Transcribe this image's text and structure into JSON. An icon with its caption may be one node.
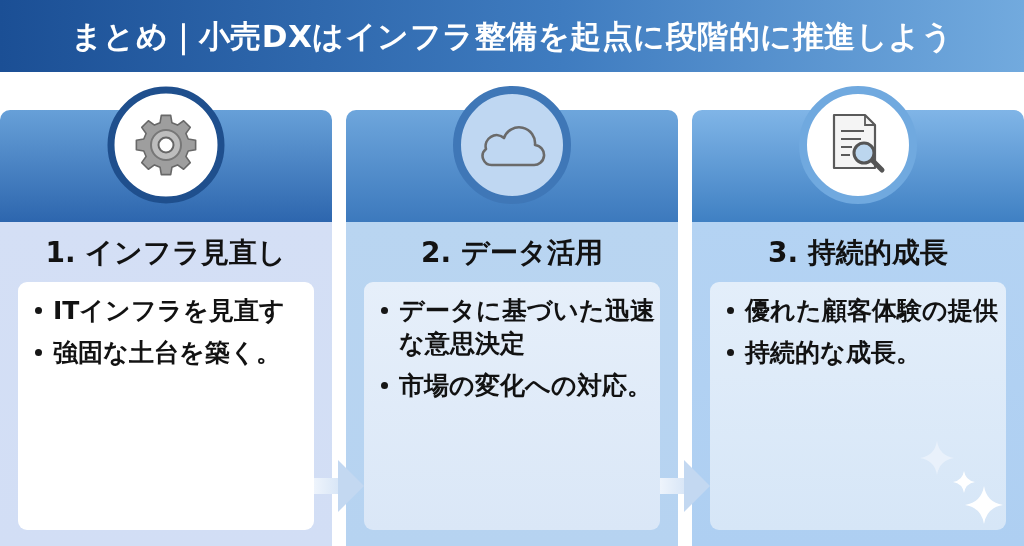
{
  "diagram": {
    "title": "まとめ｜小売DXはインフラ整備を起点に段階的に推進しよう",
    "nodes": [
      {
        "text": [
          "1. インフラ見直し"
        ]
      },
      {
        "text": [
          "ITインフラを見直す",
          "強固な土台を築く。"
        ],
        "in": 0
      },
      {
        "text": [
          "2. データ活用"
        ]
      },
      {
        "text": [
          "データに基づいた迅速な意思決定",
          "市場の変化への対応。"
        ],
        "in": 2
      },
      {
        "text": [
          "3. 持続的成長"
        ]
      },
      {
        "text": [
          "優れた顧客体験の提供",
          "持続的な成長。"
        ],
        "in": 4
      }
    ],
    "edges": [
      {
        "from": 1,
        "to": 3,
        "arrow": "to"
      },
      {
        "from": 3,
        "to": 5,
        "arrow": "to"
      }
    ]
  }
}
